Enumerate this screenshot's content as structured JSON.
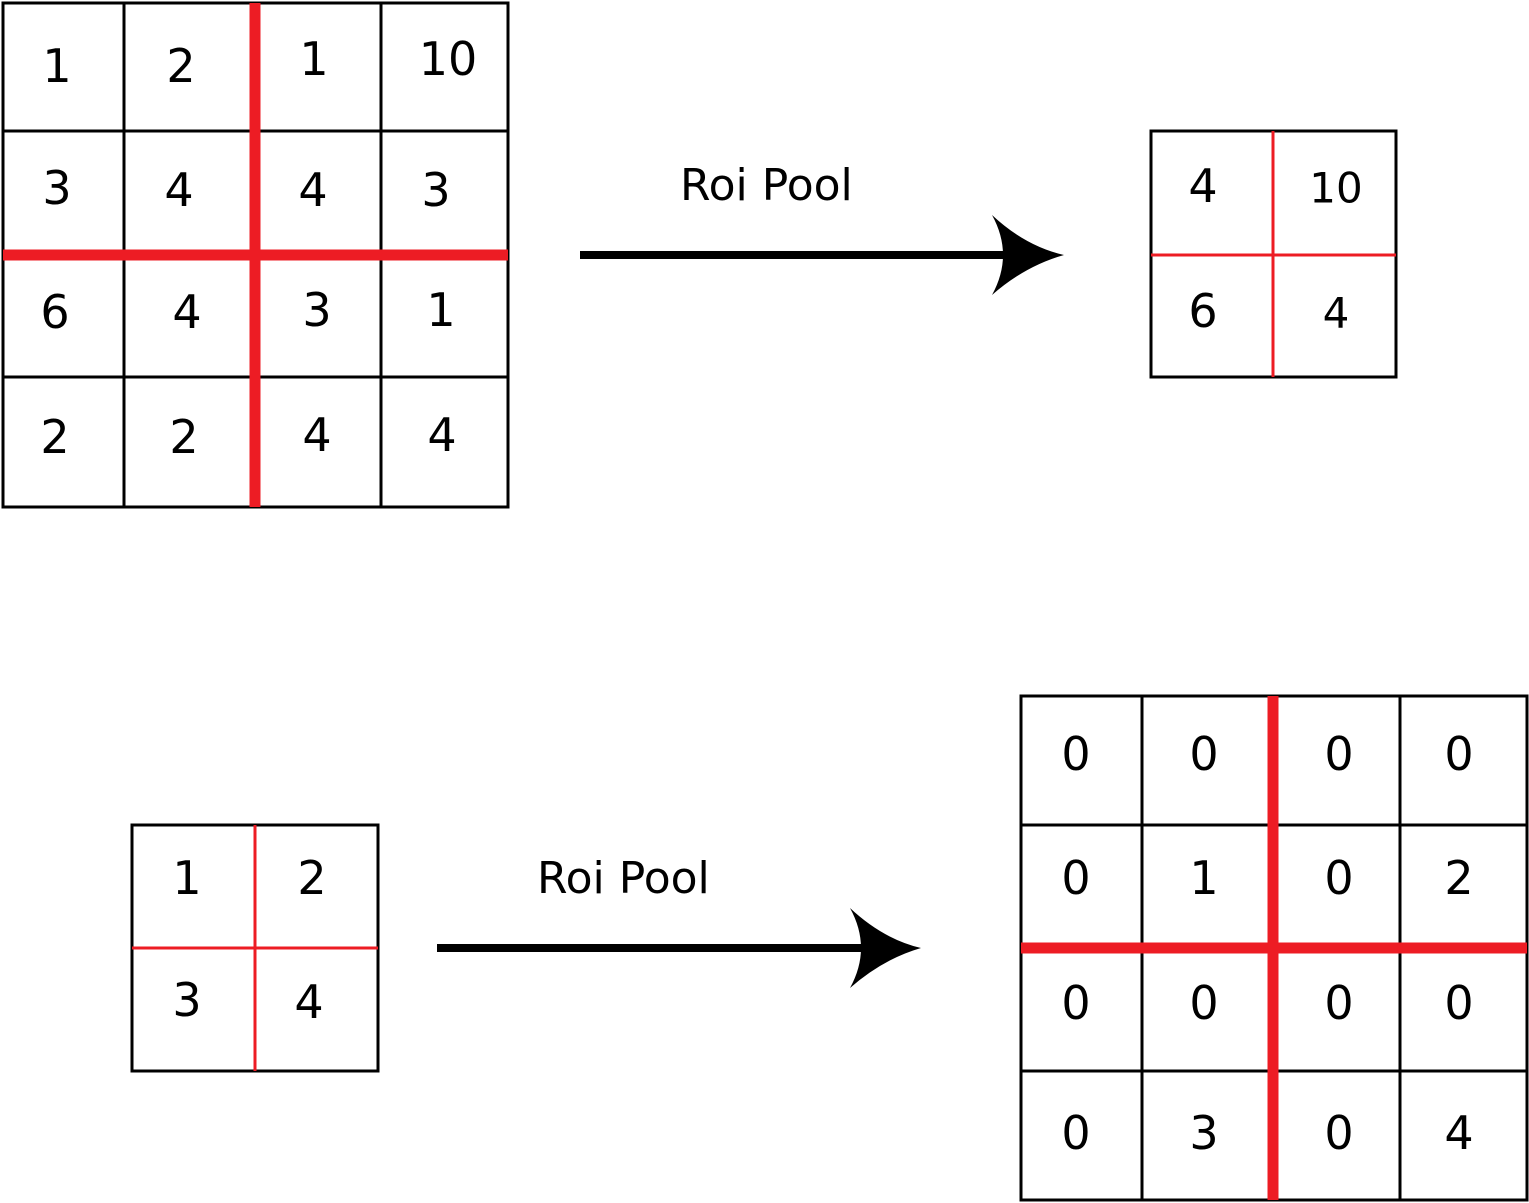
{
  "colors": {
    "divider": "#ed1c24",
    "ink": "#000000",
    "background": "#ffffff"
  },
  "top": {
    "input_grid": [
      [
        "1",
        "2",
        "1",
        "10"
      ],
      [
        "3",
        "4",
        "4",
        "3"
      ],
      [
        "6",
        "4",
        "3",
        "1"
      ],
      [
        "2",
        "2",
        "4",
        "4"
      ]
    ],
    "arrow_label": "Roi Pool",
    "output_grid": [
      [
        "4",
        "10"
      ],
      [
        "6",
        "4"
      ]
    ]
  },
  "bottom": {
    "input_grid": [
      [
        "1",
        "2"
      ],
      [
        "3",
        "4"
      ]
    ],
    "arrow_label": "Roi Pool",
    "output_grid": [
      [
        "0",
        "0",
        "0",
        "0"
      ],
      [
        "0",
        "1",
        "0",
        "2"
      ],
      [
        "0",
        "0",
        "0",
        "0"
      ],
      [
        "0",
        "3",
        "0",
        "4"
      ]
    ]
  }
}
